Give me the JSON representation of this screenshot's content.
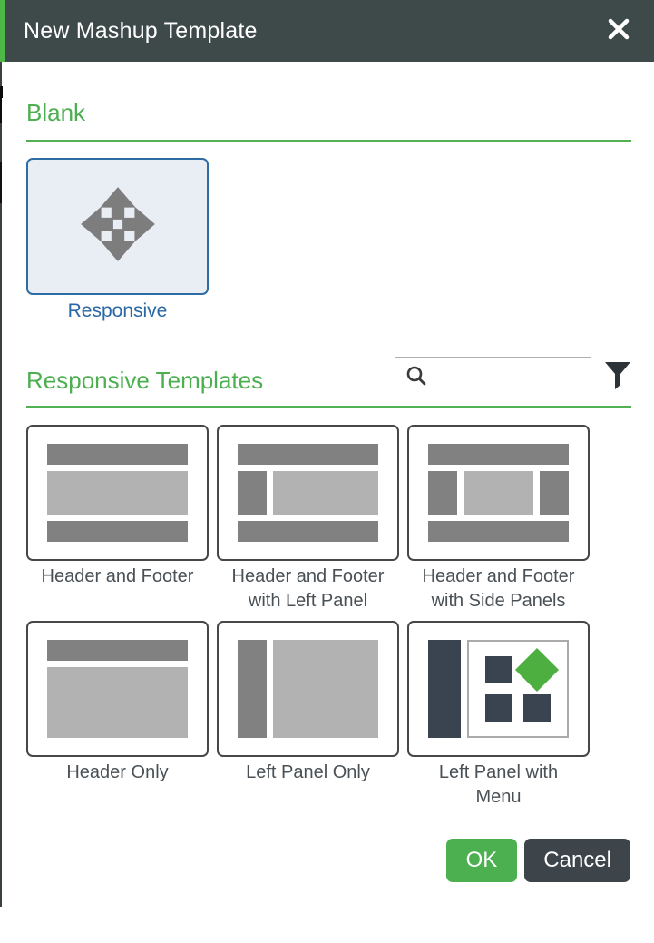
{
  "dialog": {
    "title": "New Mashup Template"
  },
  "sections": {
    "blank_heading": "Blank",
    "responsive_heading": "Responsive Templates"
  },
  "blank_template": {
    "label": "Responsive"
  },
  "search": {
    "value": "",
    "placeholder": ""
  },
  "templates": [
    {
      "label": "Header and Footer"
    },
    {
      "label": "Header and Footer with Left Panel"
    },
    {
      "label": "Header and Footer with Side Panels"
    },
    {
      "label": "Header Only"
    },
    {
      "label": "Left Panel Only"
    },
    {
      "label": "Left Panel with Menu"
    }
  ],
  "buttons": {
    "ok": "OK",
    "cancel": "Cancel"
  },
  "colors": {
    "header_bg": "#3e4a49",
    "accent_green": "#4caf50",
    "header_stripe_green": "#4db848",
    "blank_card_border_blue": "#2e6da4",
    "blank_card_bg": "#e9eef5",
    "blank_label_blue": "#2a67a5",
    "thumb_dark_gray": "#818181",
    "thumb_light_gray": "#b2b2b2",
    "menu_navy": "#3a4450",
    "menu_diamond_green": "#4caf3f",
    "cancel_bg": "#3d454b"
  },
  "icons": {
    "close": "close-icon",
    "search": "search-icon",
    "filter": "filter-funnel-icon",
    "move": "move-arrows-icon"
  }
}
